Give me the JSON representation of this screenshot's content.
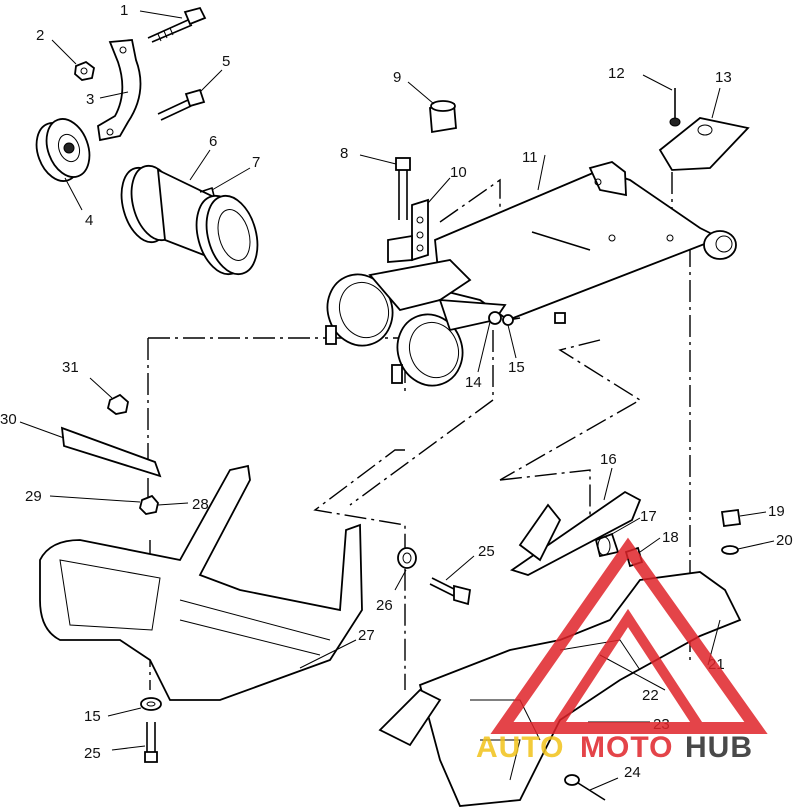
{
  "callouts": {
    "c1": "1",
    "c2": "2",
    "c3": "3",
    "c4": "4",
    "c5": "5",
    "c6": "6",
    "c7": "7",
    "c8": "8",
    "c9": "9",
    "c10": "10",
    "c11": "11",
    "c12": "12",
    "c13": "13",
    "c14": "14",
    "c15a": "15",
    "c15b": "15",
    "c16": "16",
    "c17": "17",
    "c18": "18",
    "c19": "19",
    "c20": "20",
    "c21": "21",
    "c22": "22",
    "c23": "23",
    "c24": "24",
    "c25a": "25",
    "c25b": "25",
    "c26": "26",
    "c27": "27",
    "c28": "28",
    "c29": "29",
    "c30": "30",
    "c31": "31"
  },
  "watermark": {
    "part1": "AUTO",
    "part2": "MOTO",
    "part3": "HUB",
    "color_gold": "#f2c31a",
    "color_red": "#e0242a",
    "color_dark": "#2a2a2a"
  }
}
